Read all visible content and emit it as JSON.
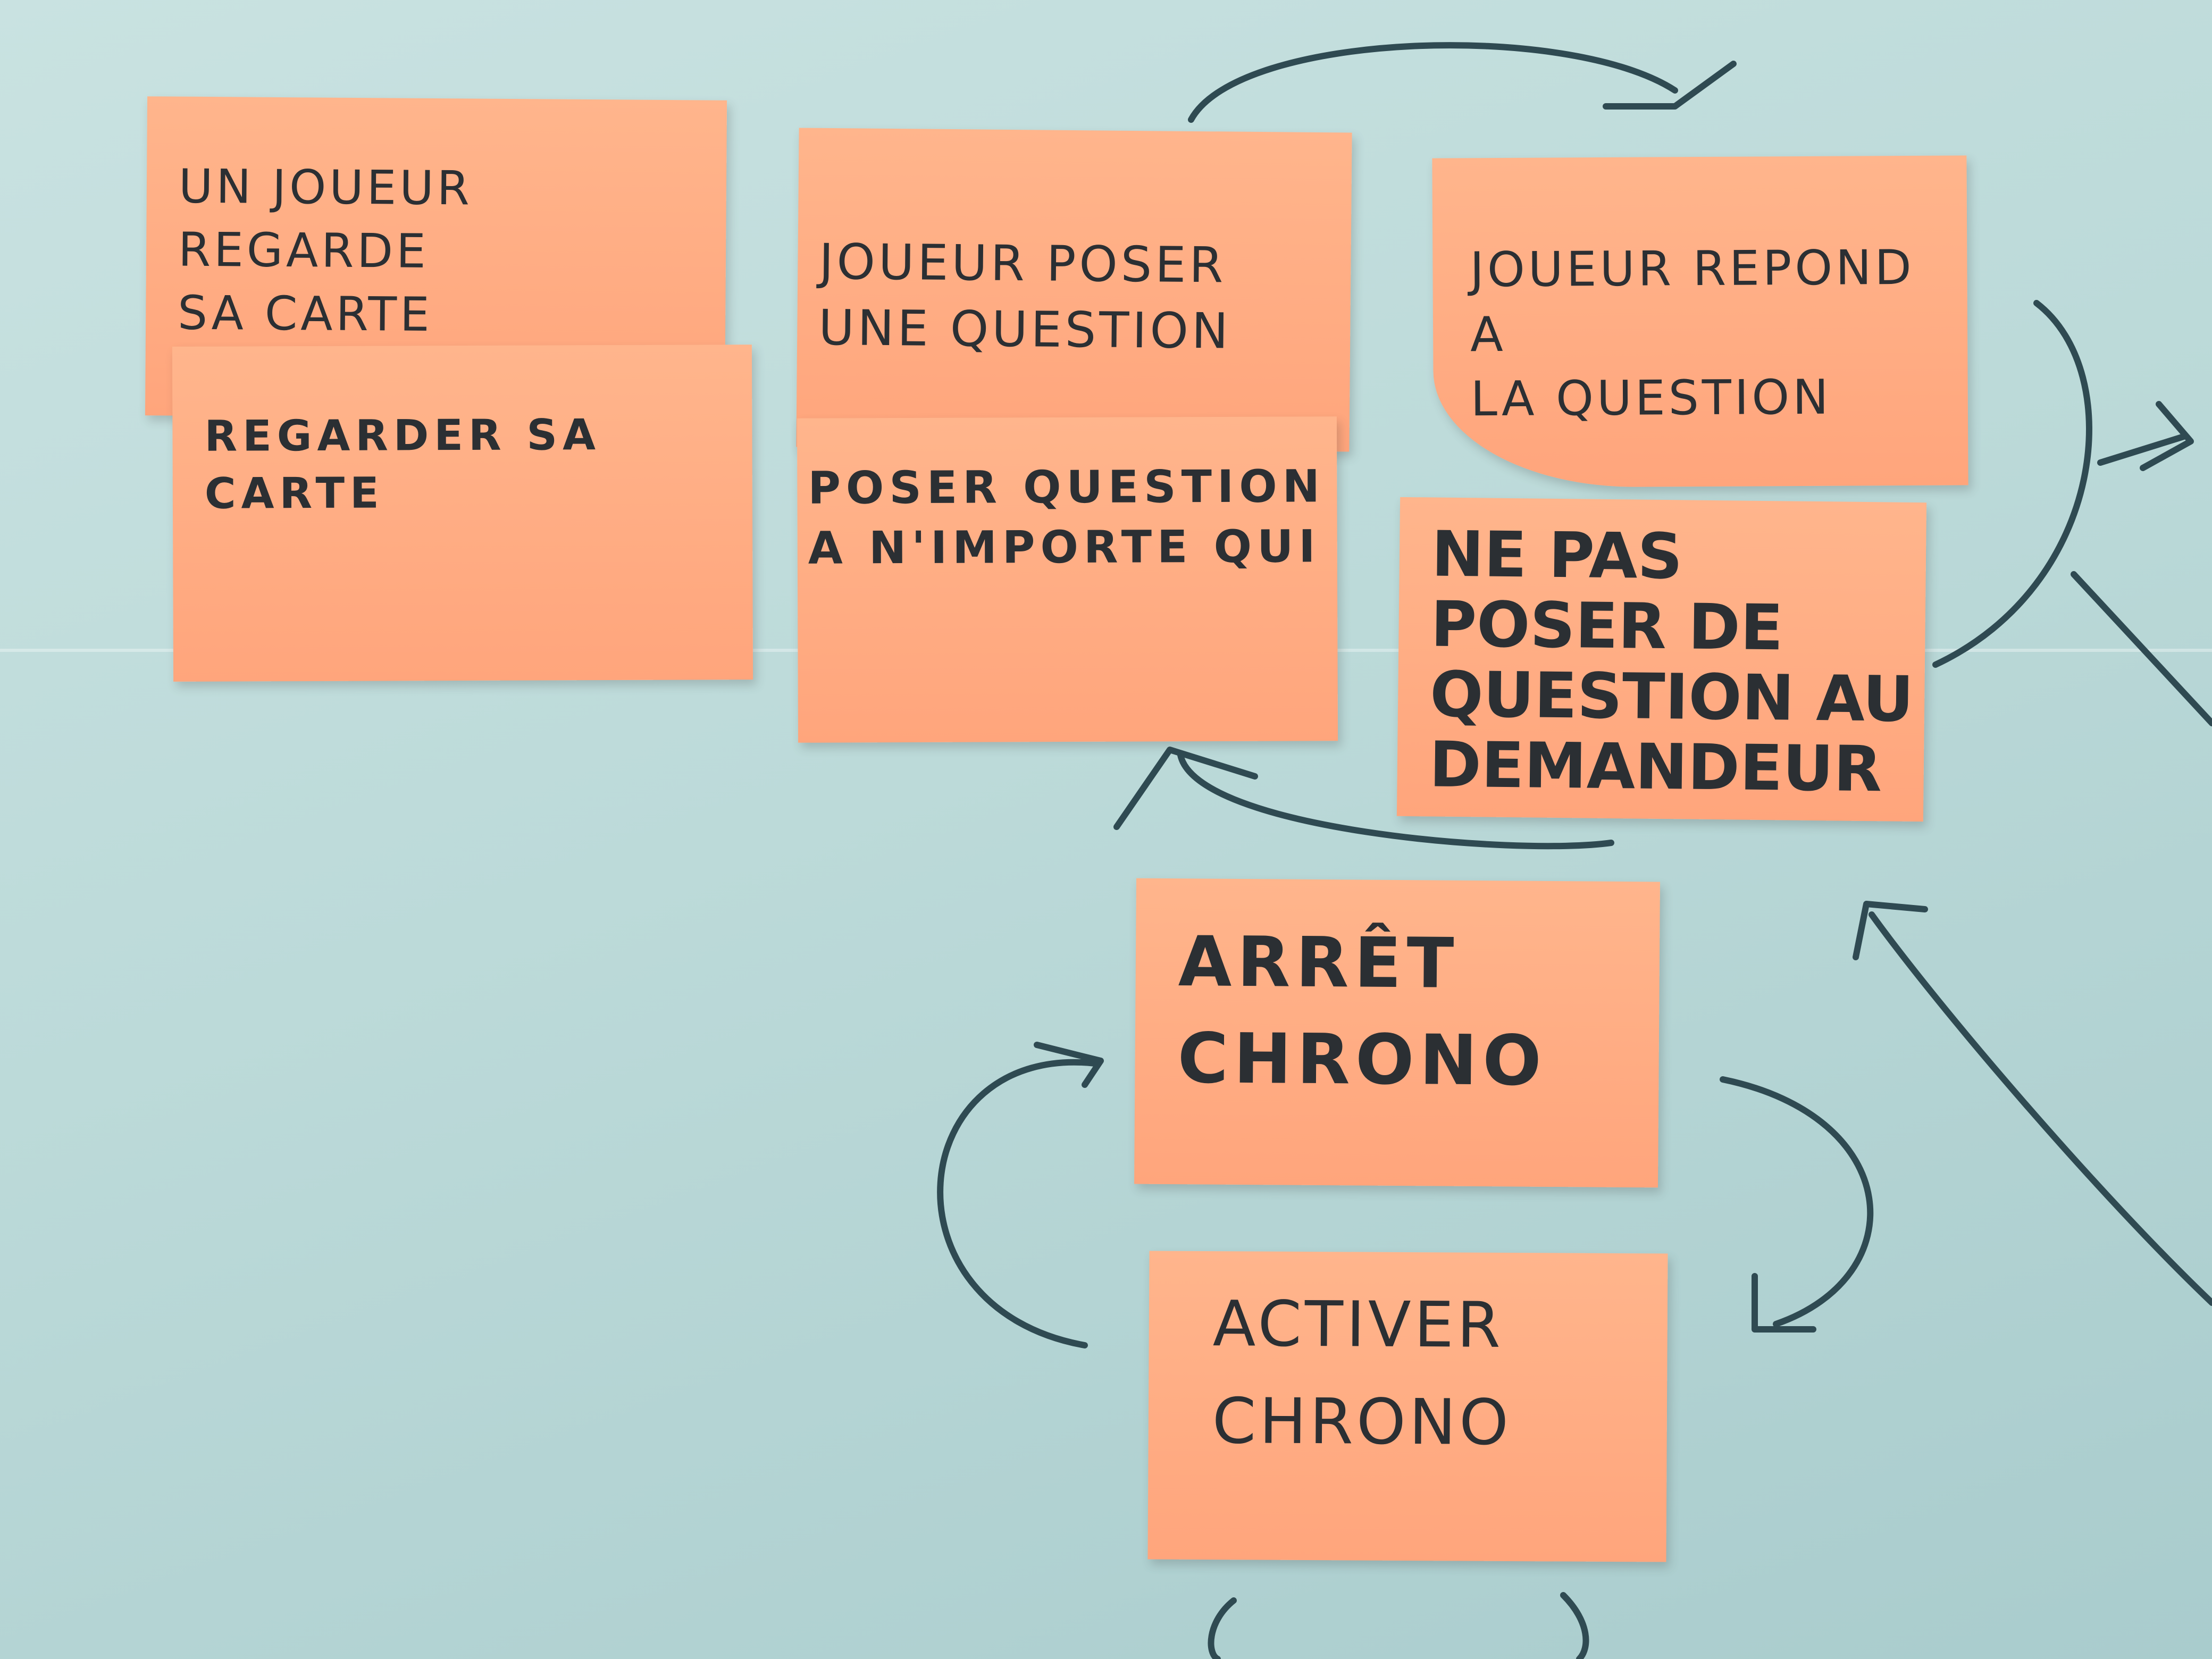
{
  "board": {
    "background_color": "#bfdcdb",
    "note_color": "#ffab80",
    "ink_color": "#2f4a52"
  },
  "notes": {
    "un_joueur_regarde": "UN JOUEUR REGARDE\nSA CARTE",
    "regarder_sa_carte": "REGARDER SA CARTE",
    "joueur_poser": "JOUEUR POSER\nUNE QUESTION",
    "poser_question": "POSER QUESTION\nA N'IMPORTE QUI",
    "joueur_repond": "JOUEUR REPOND A\nLA QUESTION",
    "ne_pas_poser": "NE PAS\nPOSER DE\nQUESTION AU\nDEMANDEUR",
    "arret_chrono": "ARRÊT\nCHRONO",
    "activer_chrono": "ACTIVER\nCHRONO"
  }
}
